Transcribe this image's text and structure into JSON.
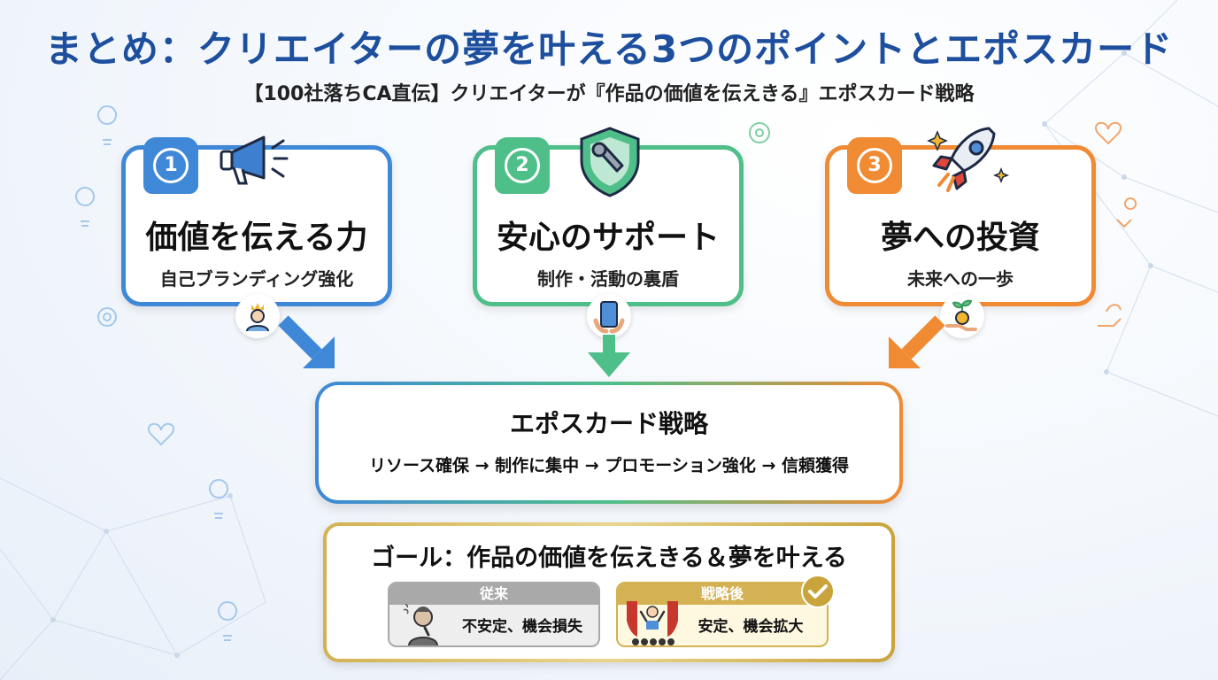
{
  "title": "まとめ：クリエイターの夢を叶える3つのポイントとエポスカード",
  "subtitle": "【100社落ちCA直伝】クリエイターが『作品の価値を伝えきる』エポスカード戦略",
  "colors": {
    "title": "#1d4f9e",
    "blue": "#3f88d8",
    "green": "#4fbf8a",
    "orange": "#f08a33",
    "gold": "#d4b253"
  },
  "points": [
    {
      "number": "1",
      "heading": "価値を伝える力",
      "sub": "自己ブランディング強化",
      "icon": "megaphone-icon",
      "badge_icon": "crowned-person-icon"
    },
    {
      "number": "2",
      "heading": "安心のサポート",
      "sub": "制作・活動の裏盾",
      "icon": "shield-wrench-icon",
      "badge_icon": "tablet-hands-icon"
    },
    {
      "number": "3",
      "heading": "夢への投資",
      "sub": "未来への一歩",
      "icon": "rocket-icon",
      "badge_icon": "money-sprout-icon"
    }
  ],
  "strategy": {
    "title": "エポスカード戦略",
    "flow": "リソース確保 → 制作に集中 → プロモーション強化 → 信頼獲得"
  },
  "goal": {
    "title": "ゴール：作品の価値を伝えきる＆夢を叶える",
    "before": {
      "label": "従来",
      "text": "不安定、機会損失",
      "icon": "worried-person-icon"
    },
    "after": {
      "label": "戦略後",
      "text": "安定、機会拡大",
      "icon": "stage-applause-icon"
    }
  }
}
